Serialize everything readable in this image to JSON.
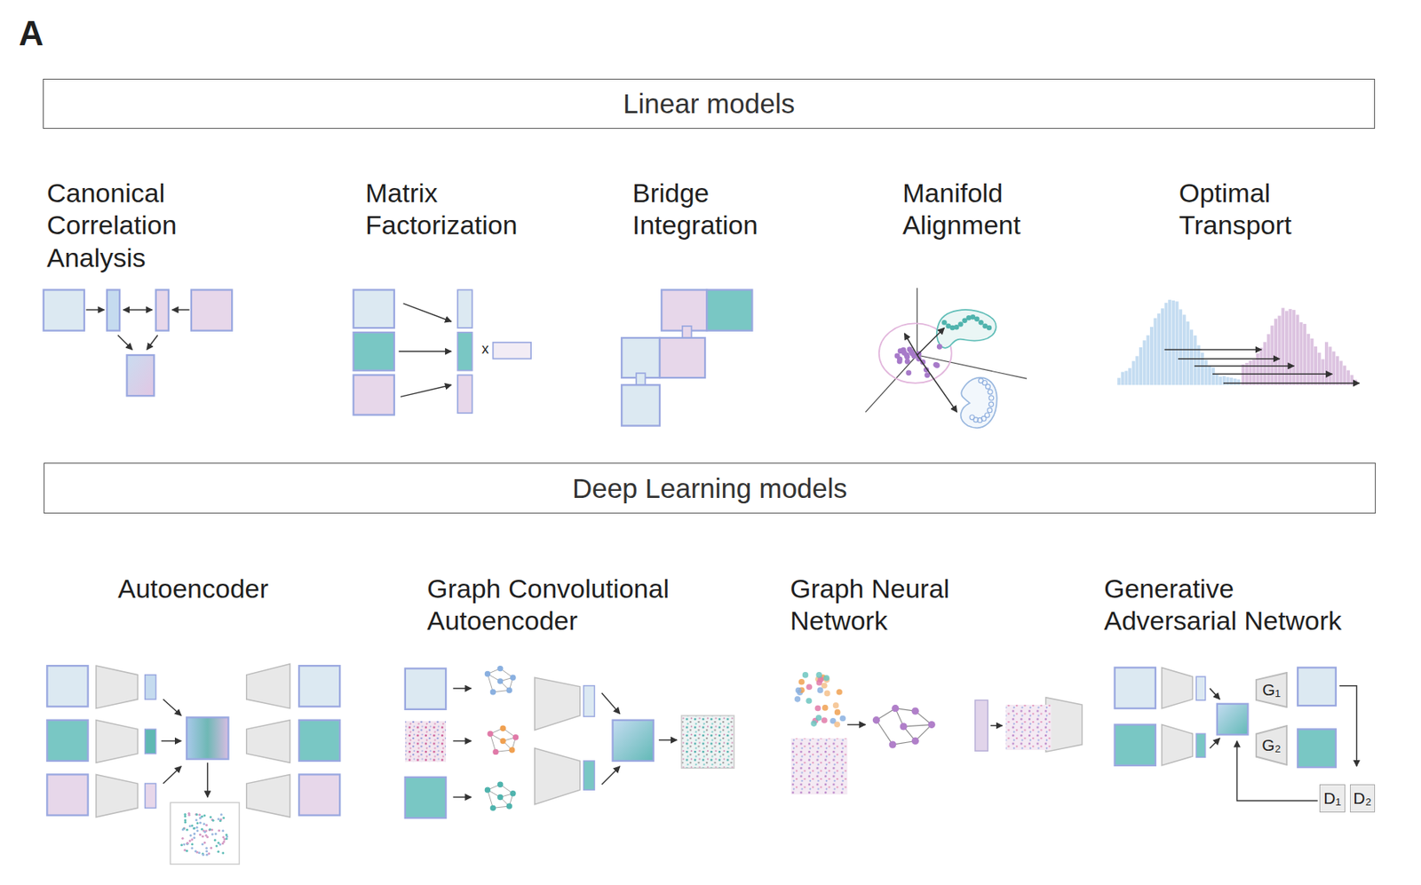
{
  "diagram": {
    "nodes": [
      {
        "text": [
          "Linear models"
        ]
      },
      {
        "text": [
          "Deep Learning models"
        ]
      },
      {
        "text": [
          "G₁"
        ]
      },
      {
        "text": [
          "G₂"
        ]
      },
      {
        "text": [
          "D₁"
        ]
      },
      {
        "text": [
          "D₂"
        ]
      }
    ],
    "labels": [
      "A",
      "Canonical Correlation Analysis",
      "Matrix Factorization",
      "Bridge Integration",
      "Manifold Alignment",
      "Optimal Transport",
      "x",
      "Autoencoder",
      "Graph Convolutional Autoencoder",
      "Graph Neural Network",
      "Generative Adversarial Network"
    ]
  }
}
